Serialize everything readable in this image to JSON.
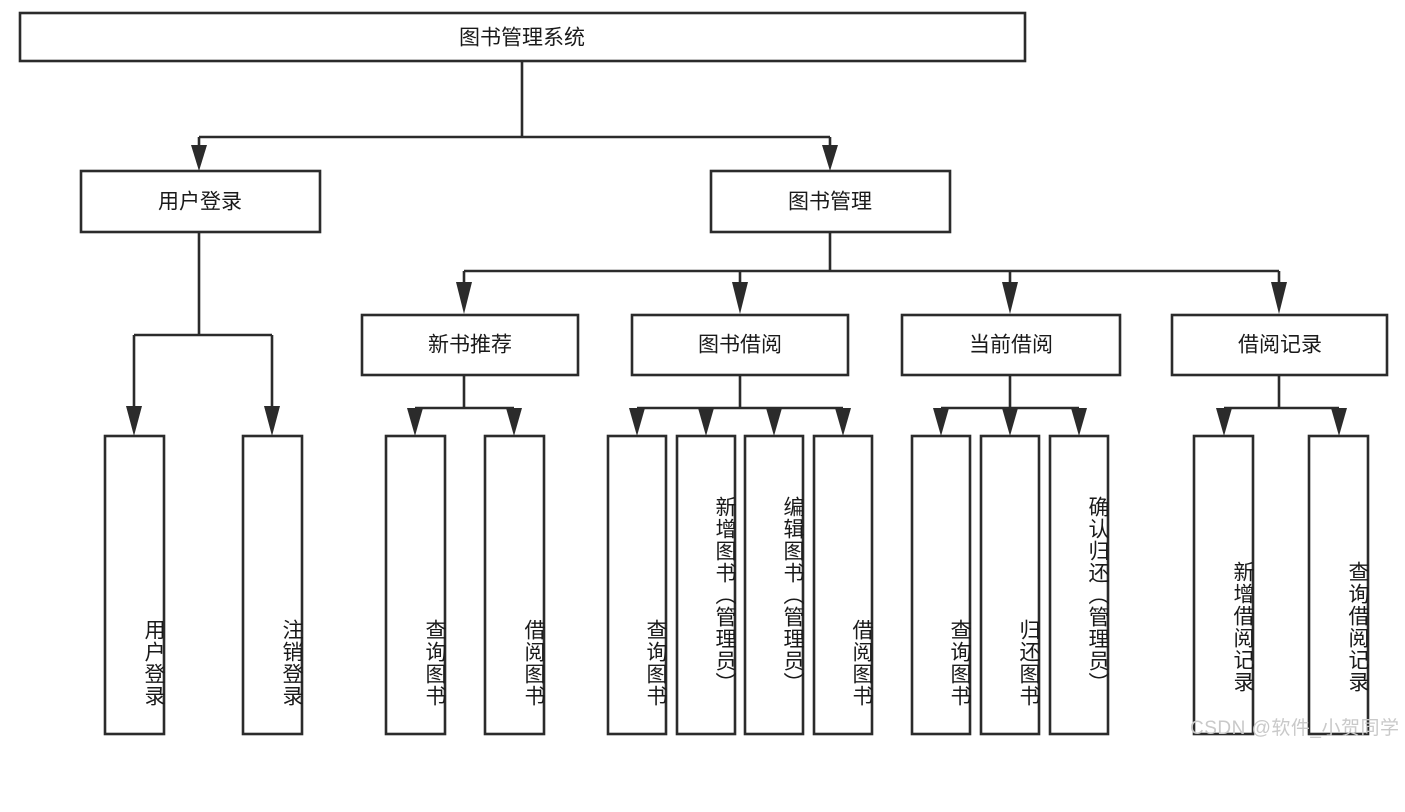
{
  "diagram": {
    "type": "tree-hierarchy",
    "title_node": {
      "id": "root",
      "label": "图书管理系统"
    },
    "level2": [
      {
        "id": "login",
        "label": "用户登录"
      },
      {
        "id": "bookmgmt",
        "label": "图书管理"
      }
    ],
    "level3": [
      {
        "id": "newbook",
        "label": "新书推荐",
        "parent": "bookmgmt"
      },
      {
        "id": "borrow",
        "label": "图书借阅",
        "parent": "bookmgmt"
      },
      {
        "id": "current",
        "label": "当前借阅",
        "parent": "bookmgmt"
      },
      {
        "id": "records",
        "label": "借阅记录",
        "parent": "bookmgmt"
      }
    ],
    "leaves": [
      {
        "id": "leaf-1",
        "label": "用户登录",
        "parent": "login"
      },
      {
        "id": "leaf-2",
        "label": "注销登录",
        "parent": "login"
      },
      {
        "id": "leaf-3",
        "label": "查询图书",
        "parent": "newbook"
      },
      {
        "id": "leaf-4",
        "label": "借阅图书",
        "parent": "newbook"
      },
      {
        "id": "leaf-5",
        "label": "查询图书",
        "parent": "borrow"
      },
      {
        "id": "leaf-6",
        "label": "新增图书（管理员）",
        "parent": "borrow"
      },
      {
        "id": "leaf-7",
        "label": "编辑图书（管理员）",
        "parent": "borrow"
      },
      {
        "id": "leaf-8",
        "label": "借阅图书",
        "parent": "borrow"
      },
      {
        "id": "leaf-9",
        "label": "查询图书",
        "parent": "current"
      },
      {
        "id": "leaf-10",
        "label": "归还图书",
        "parent": "current"
      },
      {
        "id": "leaf-11",
        "label": "确认归还（管理员）",
        "parent": "current"
      },
      {
        "id": "leaf-12",
        "label": "新增借阅记录",
        "parent": "records"
      },
      {
        "id": "leaf-13",
        "label": "查询借阅记录",
        "parent": "records"
      }
    ],
    "colors": {
      "stroke": "#2b2b2b",
      "fill": "#ffffff",
      "text": "#1a1a1a",
      "watermark": "#c9c9c9",
      "background": "#ffffff"
    }
  },
  "watermark": {
    "text": "CSDN @软件_小贺同学"
  }
}
